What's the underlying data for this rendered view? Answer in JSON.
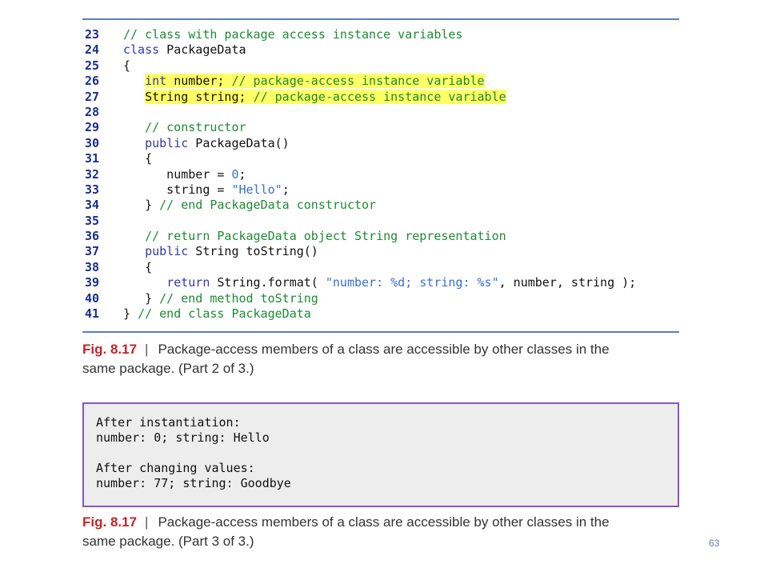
{
  "code_listing": {
    "lines": [
      {
        "num": "23",
        "highlight": false,
        "segments": [
          {
            "t": "// class with package access instance variables",
            "k": "c"
          }
        ]
      },
      {
        "num": "24",
        "highlight": false,
        "segments": [
          {
            "t": "class",
            "k": "k"
          },
          {
            "t": " PackageData",
            "k": "i"
          }
        ]
      },
      {
        "num": "25",
        "highlight": false,
        "segments": [
          {
            "t": "{",
            "k": "p"
          }
        ]
      },
      {
        "num": "26",
        "highlight": true,
        "segments": [
          {
            "t": "   ",
            "k": "p"
          },
          {
            "t": "int",
            "k": "k"
          },
          {
            "t": " number; ",
            "k": "i"
          },
          {
            "t": "// package-access instance variable",
            "k": "c"
          }
        ]
      },
      {
        "num": "27",
        "highlight": true,
        "segments": [
          {
            "t": "   ",
            "k": "p"
          },
          {
            "t": "String string; ",
            "k": "i"
          },
          {
            "t": "// package-access instance variable",
            "k": "c"
          }
        ]
      },
      {
        "num": "28",
        "highlight": false,
        "segments": []
      },
      {
        "num": "29",
        "highlight": false,
        "segments": [
          {
            "t": "   ",
            "k": "p"
          },
          {
            "t": "// constructor",
            "k": "c"
          }
        ]
      },
      {
        "num": "30",
        "highlight": false,
        "segments": [
          {
            "t": "   ",
            "k": "p"
          },
          {
            "t": "public",
            "k": "k"
          },
          {
            "t": " PackageData()",
            "k": "i"
          }
        ]
      },
      {
        "num": "31",
        "highlight": false,
        "segments": [
          {
            "t": "   {",
            "k": "p"
          }
        ]
      },
      {
        "num": "32",
        "highlight": false,
        "segments": [
          {
            "t": "      number = ",
            "k": "i"
          },
          {
            "t": "0",
            "k": "n"
          },
          {
            "t": ";",
            "k": "p"
          }
        ]
      },
      {
        "num": "33",
        "highlight": false,
        "segments": [
          {
            "t": "      string = ",
            "k": "i"
          },
          {
            "t": "\"Hello\"",
            "k": "s"
          },
          {
            "t": ";",
            "k": "p"
          }
        ]
      },
      {
        "num": "34",
        "highlight": false,
        "segments": [
          {
            "t": "   } ",
            "k": "p"
          },
          {
            "t": "// end PackageData constructor",
            "k": "c"
          }
        ]
      },
      {
        "num": "35",
        "highlight": false,
        "segments": []
      },
      {
        "num": "36",
        "highlight": false,
        "segments": [
          {
            "t": "   ",
            "k": "p"
          },
          {
            "t": "// return PackageData object String representation",
            "k": "c"
          }
        ]
      },
      {
        "num": "37",
        "highlight": false,
        "segments": [
          {
            "t": "   ",
            "k": "p"
          },
          {
            "t": "public",
            "k": "k"
          },
          {
            "t": " String toString()",
            "k": "i"
          }
        ]
      },
      {
        "num": "38",
        "highlight": false,
        "segments": [
          {
            "t": "   {",
            "k": "p"
          }
        ]
      },
      {
        "num": "39",
        "highlight": false,
        "segments": [
          {
            "t": "      ",
            "k": "p"
          },
          {
            "t": "return",
            "k": "k"
          },
          {
            "t": " String.format( ",
            "k": "i"
          },
          {
            "t": "\"number: %d; string: %s\"",
            "k": "s"
          },
          {
            "t": ", number, string );",
            "k": "i"
          }
        ]
      },
      {
        "num": "40",
        "highlight": false,
        "segments": [
          {
            "t": "   } ",
            "k": "p"
          },
          {
            "t": "// end method toString",
            "k": "c"
          }
        ]
      },
      {
        "num": "41",
        "highlight": false,
        "segments": [
          {
            "t": "} ",
            "k": "p"
          },
          {
            "t": "// end class PackageData",
            "k": "c"
          }
        ]
      }
    ]
  },
  "caption1": {
    "fig_label": "Fig. 8.17",
    "separator": "|",
    "text_line1": "Package-access members of a class are accessible by other classes in the",
    "text_line2": "same package. (Part 2 of 3.)"
  },
  "output": {
    "text": "After instantiation:\nnumber: 0; string: Hello\n\nAfter changing values:\nnumber: 77; string: Goodbye"
  },
  "caption2": {
    "fig_label": "Fig. 8.17",
    "separator": "|",
    "text_line1": "Package-access members of a class are accessible by other classes in the",
    "text_line2": "same package. (Part 3 of 3.)"
  },
  "page_number": "63",
  "colors": {
    "comment": "#1e8a35",
    "keyword": "#3338a8",
    "string_literal": "#3a6fd0",
    "line_number": "#1a2e8a",
    "highlight": "#ffff66",
    "fig_label": "#c4242b",
    "rule": "#5a7fc4",
    "output_border": "#8a55c0"
  }
}
